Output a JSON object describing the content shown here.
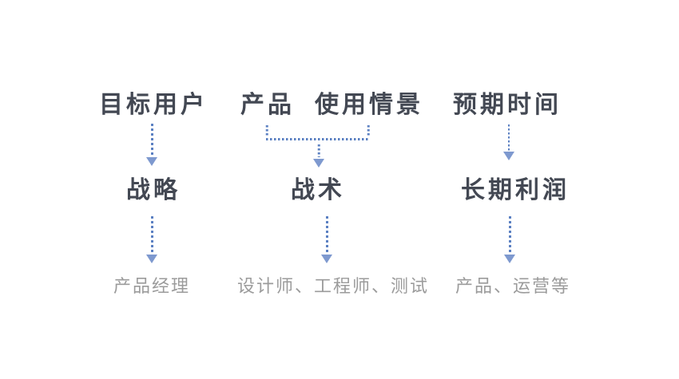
{
  "diagram": {
    "title": "product-strategy-flow",
    "columns": [
      {
        "inputs": [
          "目标用户"
        ],
        "stage": "战略",
        "owners": "产品经理"
      },
      {
        "inputs": [
          "产品",
          "使用情景"
        ],
        "stage": "战术",
        "owners": "设计师、工程师、测试"
      },
      {
        "inputs": [
          "预期时间"
        ],
        "stage": "长期利润",
        "owners": "产品、运营等"
      }
    ],
    "colors": {
      "heading_text": "#434853",
      "secondary_text": "#9b9b9b",
      "arrow_dots": "#5b80c2",
      "arrow_head": "#7e99cf",
      "background": "#ffffff"
    }
  }
}
